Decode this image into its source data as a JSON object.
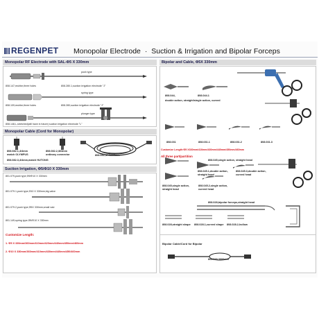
{
  "header": {
    "brand": "REGENPET",
    "title_left": "Monopolar Electrode",
    "title_sep": "·",
    "title_right": "Suction & Irrigation and Bipolar Forceps"
  },
  "colors": {
    "brand": "#1f2f6b",
    "accent_red": "#d4141b",
    "bar": "#dcdcdc",
    "handle_blue": "#3c6fb0"
  },
  "left": {
    "electrode_section": {
      "title": "Monopolar RF Electrode with SAL-Φ5 X 330mm",
      "items": [
        {
          "caption": "push type"
        },
        {
          "caption": "808.147,reuhbe,three holes"
        },
        {
          "caption": "808.280.1,suction irrigation electrode \"J\""
        },
        {
          "caption": "spring type"
        },
        {
          "caption": "808.109,reuhbe,three holes"
        },
        {
          "caption": "808.280,suction irrigation electrode \"J\""
        },
        {
          "caption": "plunger type"
        },
        {
          "caption": "808.148,L,stretched(will have in future) suction irrigation electrode \"L\""
        }
      ]
    },
    "cable_section": {
      "title": "Monopolar Cable (Cord for Monopolar)",
      "items": [
        {
          "caption": "808.082.1,4/4mm\nmatch OLYMPUS"
        },
        {
          "caption": "808.082.2,/8/4mm\nordinary connector"
        },
        {
          "caption": "808.082.3,4/4mm,match HUTONG"
        },
        {
          "caption": "808.082,/8*/3000mm"
        }
      ]
    },
    "suction_section": {
      "title": "Suction Irrigation, Φ5/Φ10 X 330mm",
      "items": [
        {
          "caption": "801.079,push type,Φ5/Φ10 X 330mm"
        },
        {
          "caption": "801.079.1,push type,Φ10 X 330mm,big valve"
        },
        {
          "caption": "801.079.2,push type,Φ5X 330mm,small valv"
        },
        {
          "caption": "801.149,spring type,Φ5/Φ10 X 330mm"
        }
      ],
      "custom_title": "Customize Length:",
      "custom_lines": [
        "1. Φ5 X 330mm/360mm/410mm/420mm/440mm/450mm/460mm",
        "2. Φ10 X 330mm/360mm/410mm/430mm/440mm/450/460mm"
      ]
    }
  },
  "right": {
    "bipolar_section": {
      "title": "Bipolar and Cable, Φ5X 330mm",
      "items": [
        {
          "caption": "808.044,"
        },
        {
          "caption": "808.044.1"
        },
        {
          "caption": "double action, straight/single action, curved"
        },
        {
          "caption": "808.031"
        },
        {
          "caption": "808.031.1"
        },
        {
          "caption": "808.031.2"
        },
        {
          "caption": "808.031.3"
        }
      ],
      "custom_length": "Customize Length:Φ5 X330mm/410mm/430mm/440mm/450mm/460mm",
      "part_label": "All three part/partition",
      "jaws": [
        {
          "caption": "808.045,single action, straight head"
        },
        {
          "caption": "808.045.1,double action,\nstraight head"
        },
        {
          "caption": "808.045.3,double action,\ncurved head"
        },
        {
          "caption": "808.045,single action,\nstraight head"
        },
        {
          "caption": "808.045.2,single action,\ncurved head"
        }
      ],
      "forceps": [
        {
          "caption": "808.028,bipolar forceps,straight head"
        },
        {
          "caption": "808.028,straight shape"
        },
        {
          "caption": "808.028.1,curved shape"
        },
        {
          "caption": "808.028.2,hollow"
        }
      ],
      "bipolar_cable_title": "Bipolar Cable/Cord for Bipolar",
      "bipolar_cable_caption": "808.039,3000mm"
    }
  }
}
